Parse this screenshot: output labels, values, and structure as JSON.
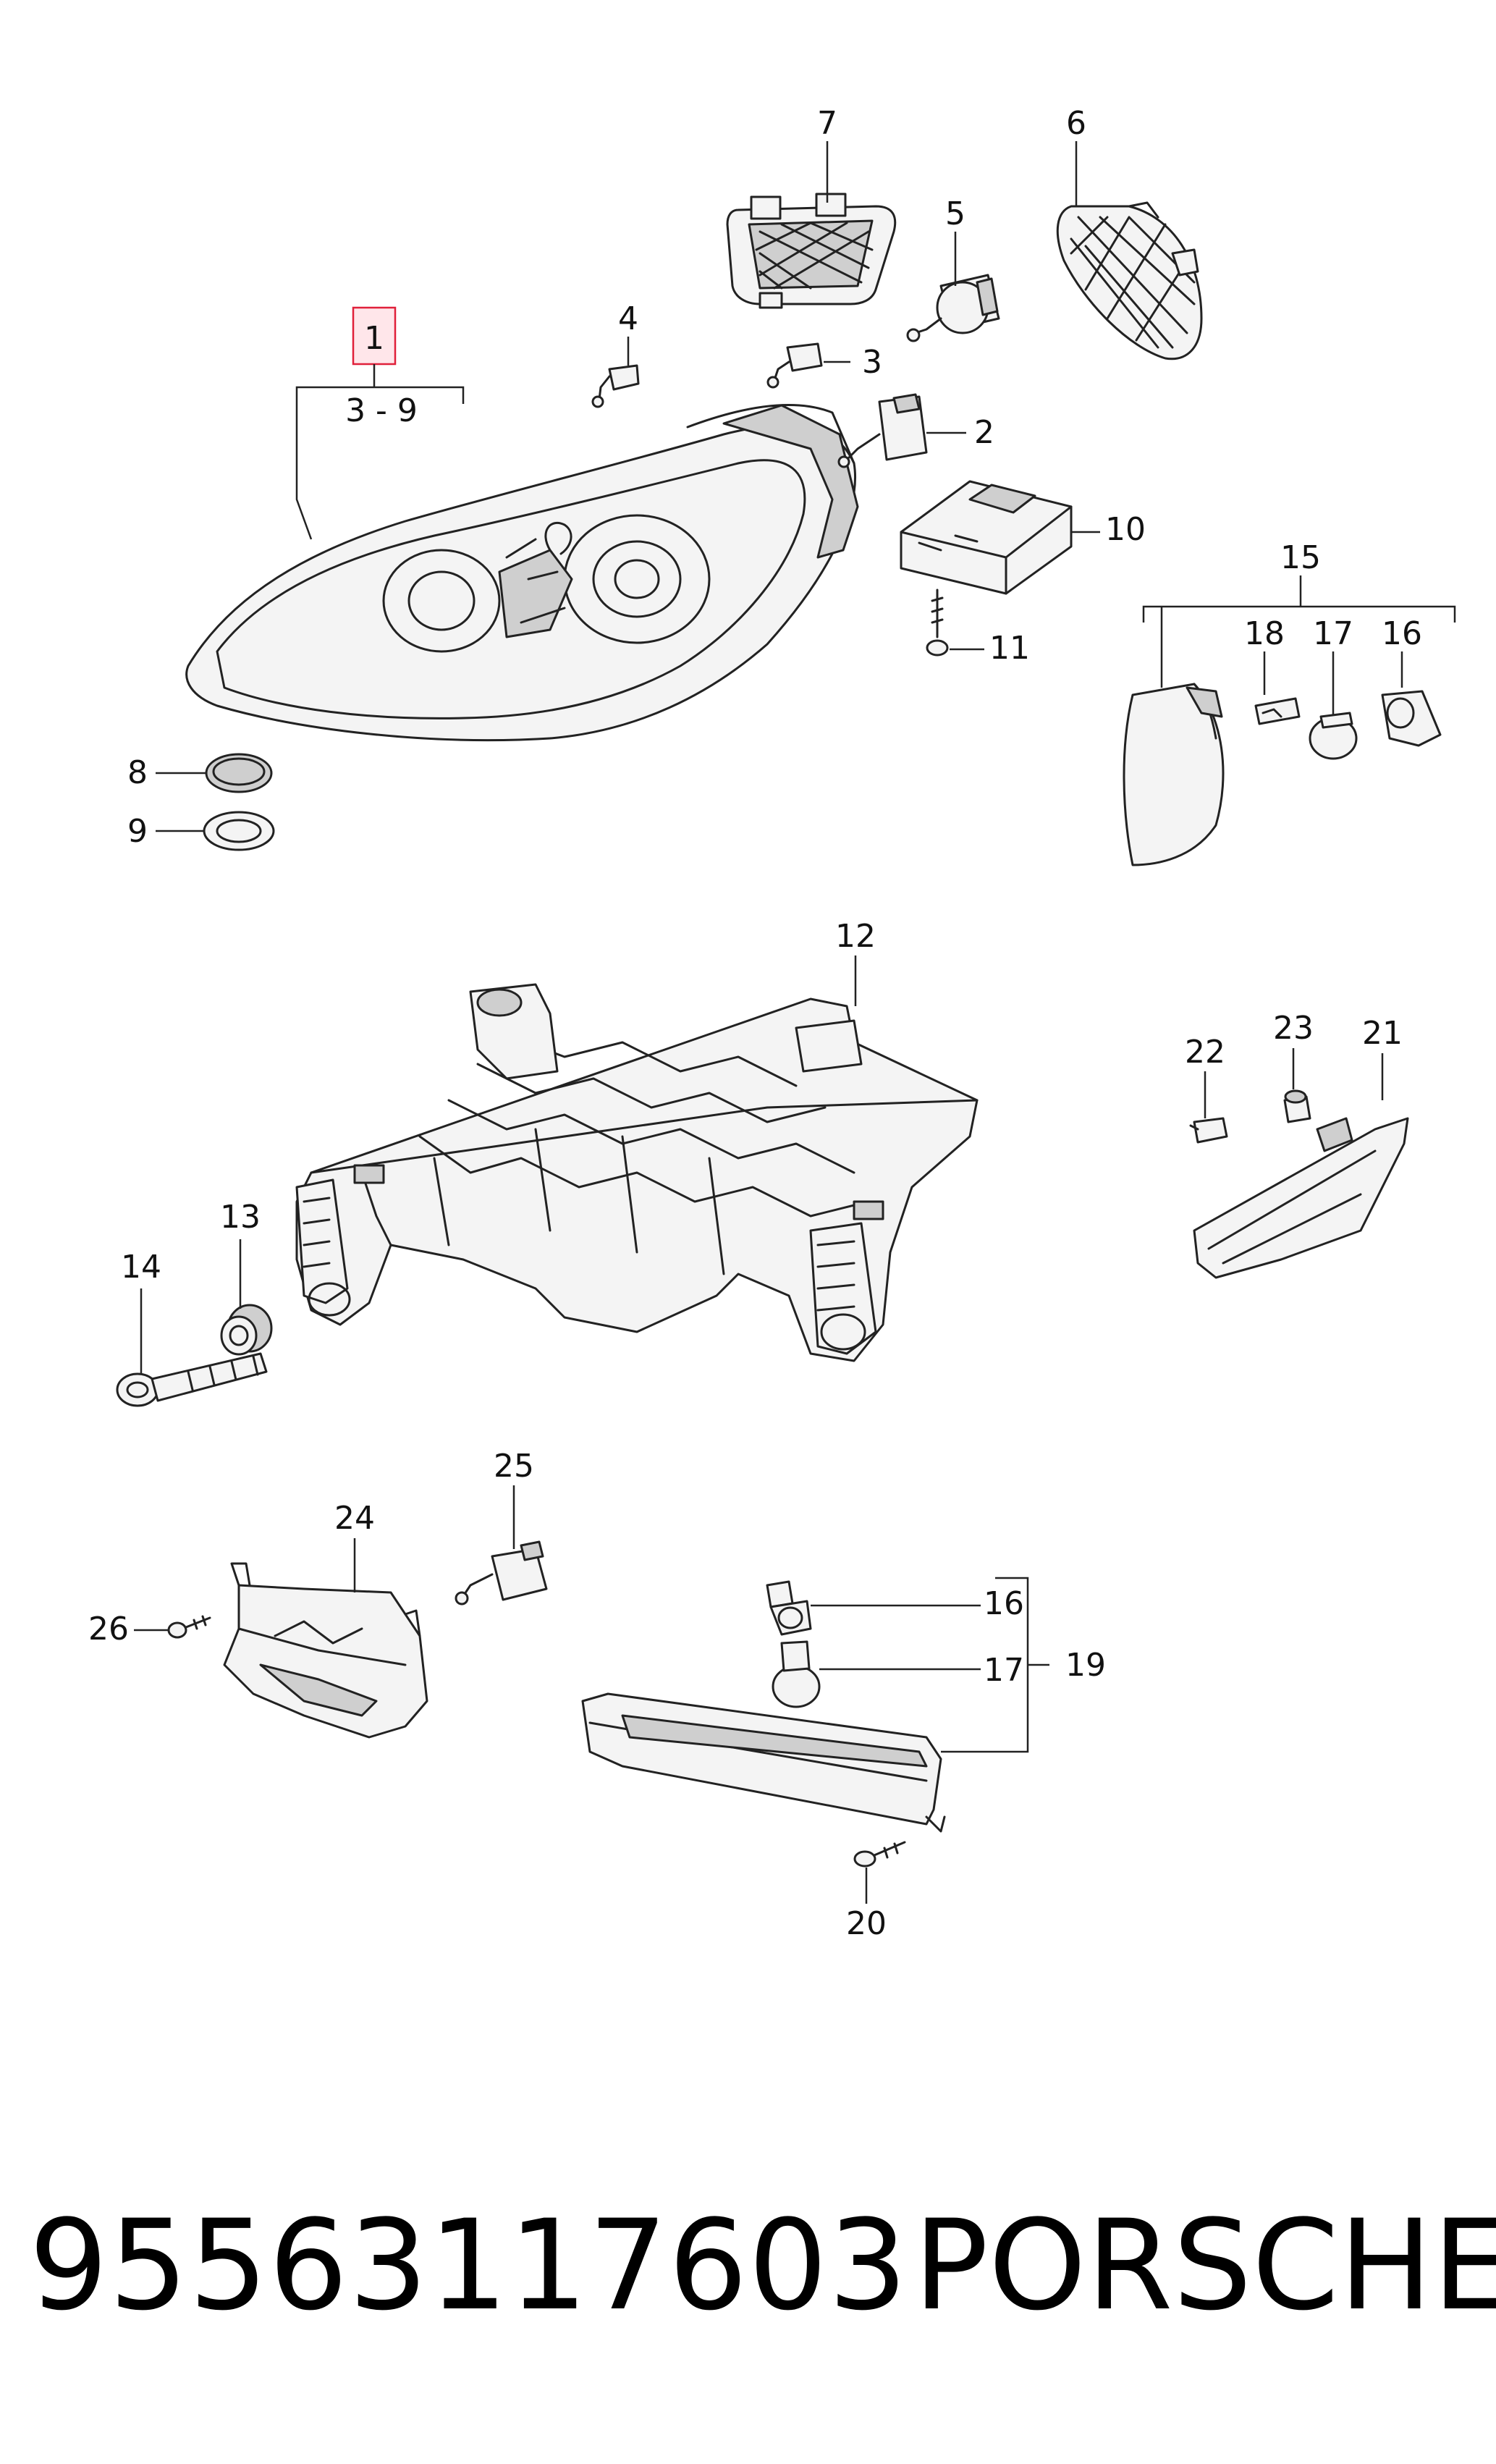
{
  "callouts": {
    "c1": "1",
    "c1_range": "3 - 9",
    "c2": "2",
    "c3": "3",
    "c4": "4",
    "c5": "5",
    "c6": "6",
    "c7": "7",
    "c8": "8",
    "c9": "9",
    "c10": "10",
    "c11": "11",
    "c12": "12",
    "c13": "13",
    "c14": "14",
    "c15": "15",
    "c16": "16",
    "c17": "17",
    "c18": "18",
    "c19": "19",
    "c20": "20",
    "c21": "21",
    "c22": "22",
    "c23": "23",
    "c24": "24",
    "c25": "25",
    "c26": "26",
    "c16b": "16",
    "c17b": "17"
  },
  "footer": {
    "part_number": "95563117603",
    "brand": "PORSCHE"
  },
  "colors": {
    "highlight_fill": "#ffe6ea",
    "highlight_stroke": "#e0203a",
    "line": "#222222"
  }
}
